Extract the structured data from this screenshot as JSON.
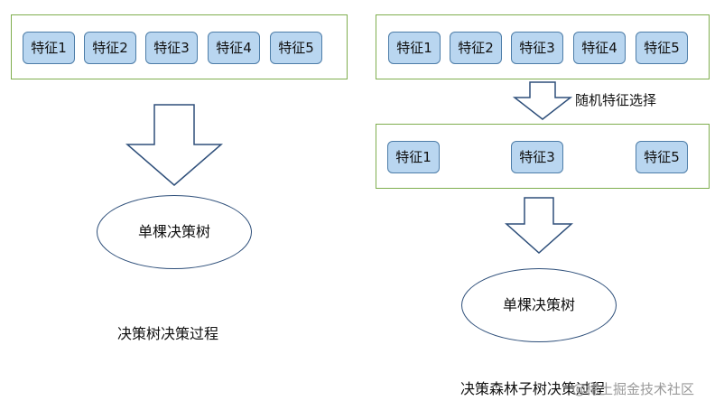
{
  "left": {
    "features": [
      "特征1",
      "特征2",
      "特征3",
      "特征4",
      "特征5"
    ],
    "tree_label": "单棵决策树",
    "caption": "决策树决策过程"
  },
  "right": {
    "features": [
      "特征1",
      "特征2",
      "特征3",
      "特征4",
      "特征5"
    ],
    "selection_label": "随机特征选择",
    "selected_features": [
      "特征1",
      "特征3",
      "特征5"
    ],
    "tree_label": "单棵决策树",
    "caption": "决策森林子树决策过程"
  },
  "watermark": "@稀土掘金技术社区",
  "colors": {
    "box_border": "#7fae4e",
    "feature_fill": "#b9d6f0",
    "feature_border": "#4d7da8",
    "ellipse_border": "#2e4f7a"
  }
}
